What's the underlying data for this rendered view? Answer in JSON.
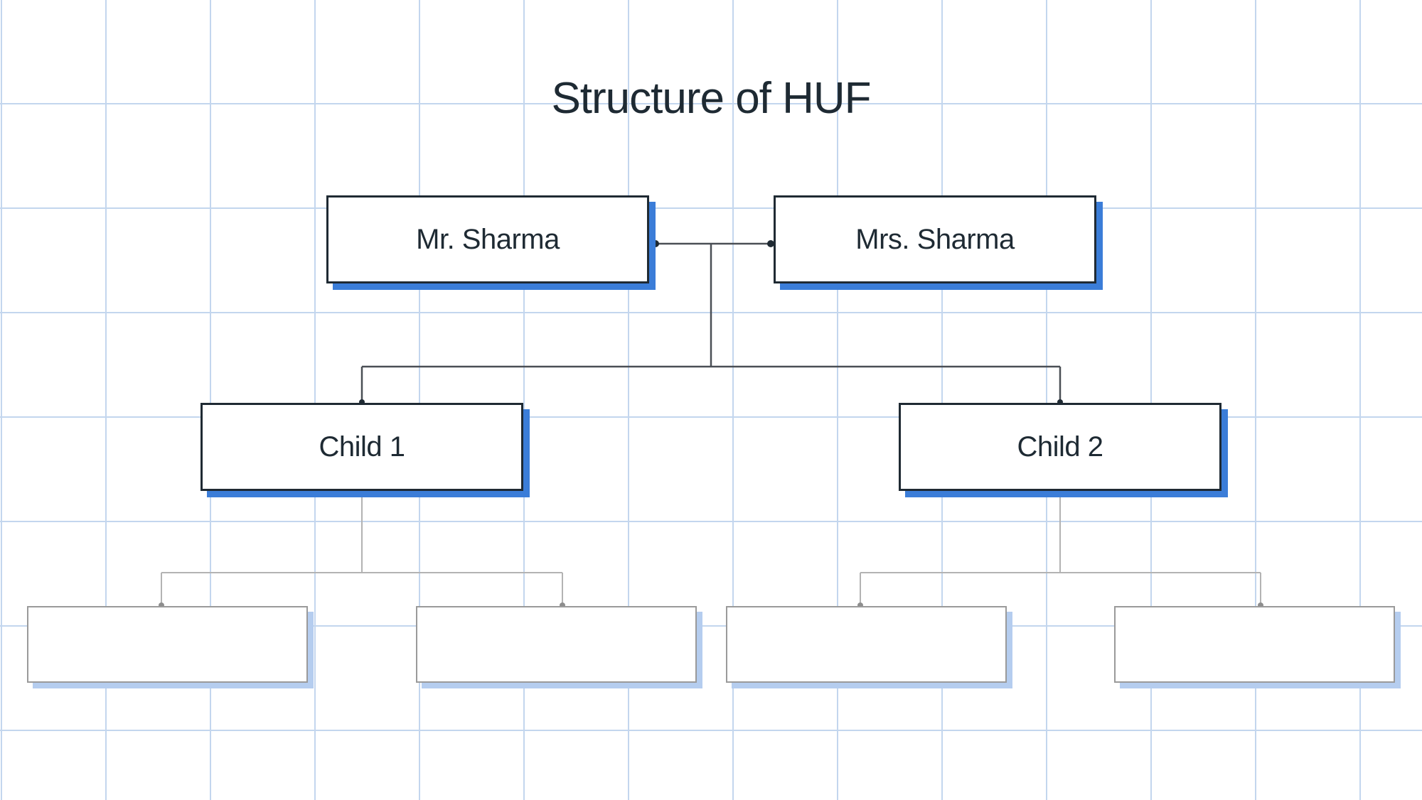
{
  "diagram": {
    "title": "Structure of HUF",
    "parents": [
      {
        "label": "Mr. Sharma"
      },
      {
        "label": "Mrs. Sharma"
      }
    ],
    "children": [
      {
        "label": "Child 1"
      },
      {
        "label": "Child 2"
      }
    ],
    "grandchildren": [
      {
        "label": ""
      },
      {
        "label": ""
      },
      {
        "label": ""
      },
      {
        "label": ""
      }
    ]
  },
  "colors": {
    "grid": "#c3d6ee",
    "node_border": "#1f2a33",
    "node_shadow": "#3b7dd8",
    "placeholder_shadow": "#b5cdef",
    "text": "#1e2a33"
  }
}
